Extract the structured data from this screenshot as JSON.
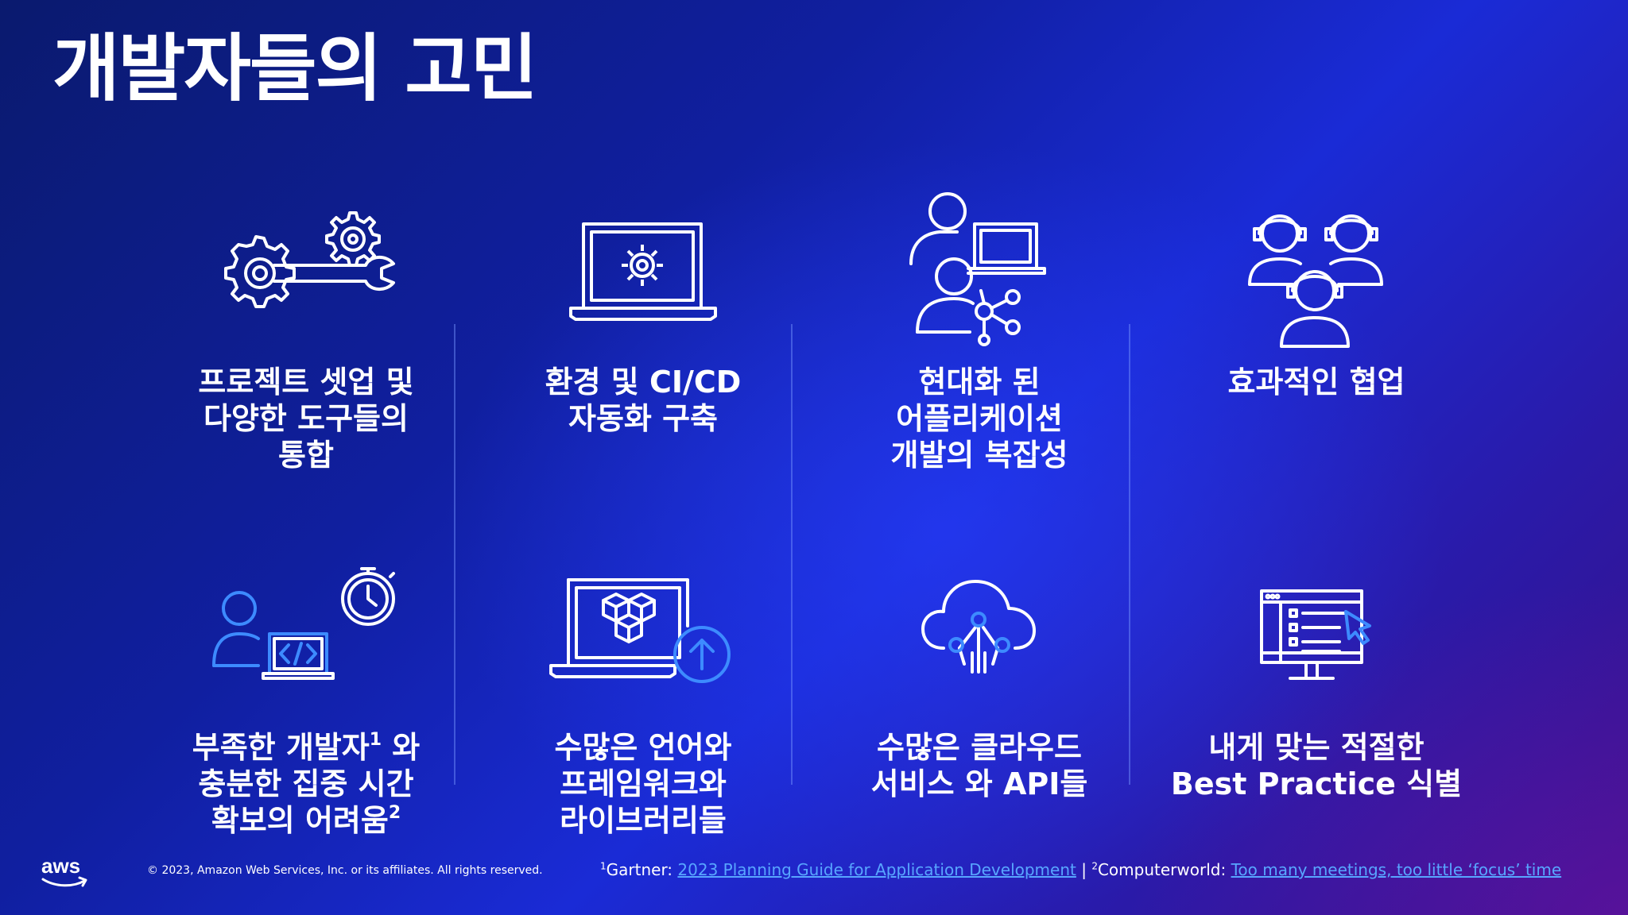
{
  "title": "개발자들의 고민",
  "cells": [
    {
      "label": "프로젝트 셋업 및\n다양한 도구들의\n통합",
      "icon": "gears-wrench-icon"
    },
    {
      "label": "환경 및 CI/CD\n자동화 구축",
      "icon": "laptop-gear-icon"
    },
    {
      "label": "현대화 된\n어플리케이션\n개발의 복잡성",
      "icon": "people-laptop-network-icon"
    },
    {
      "label": "효과적인 협업",
      "icon": "team-headsets-icon"
    },
    {
      "label_pre": "부족한 개발자",
      "label_sup1": "1",
      "label_mid": " 와\n충분한 집중 시간\n확보의 어려움",
      "label_sup2": "2",
      "icon": "developer-stopwatch-icon"
    },
    {
      "label": "수많은 언어와\n프레임워크와\n라이브러리들",
      "icon": "laptop-blocks-upload-icon"
    },
    {
      "label": "수많은 클라우드\n서비스 와 API들",
      "icon": "cloud-network-icon"
    },
    {
      "label": "내게 맞는 적절한\nBest Practice 식별",
      "icon": "monitor-checklist-cursor-icon"
    }
  ],
  "footer": {
    "logo": "aws",
    "copyright": "© 2023, Amazon Web Services, Inc. or its affiliates. All rights reserved.",
    "cite1_sup": "1",
    "cite1_source": "Gartner: ",
    "cite1_link": "2023 Planning Guide for Application Development",
    "separator": " | ",
    "cite2_sup": "2",
    "cite2_source": "Computerworld: ",
    "cite2_link": "Too many meetings, too little ‘focus’ time"
  },
  "colors": {
    "accent_icon": "#3d8bff",
    "link": "#58a6ff",
    "text": "#ffffff"
  }
}
